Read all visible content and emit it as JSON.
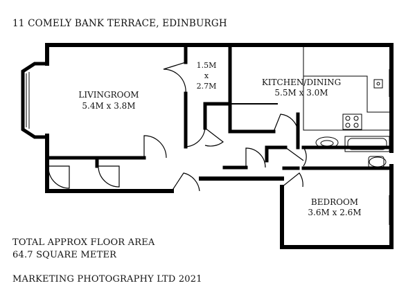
{
  "header": {
    "address": "11 COMELY BANK TERRACE, EDINBURGH"
  },
  "rooms": {
    "livingroom": {
      "name": "LIVINGROOM",
      "dims": "5.4M x 3.8M"
    },
    "store": {
      "w": "1.5M",
      "x": "x",
      "h": "2.7M"
    },
    "kitchen": {
      "name": "KITCHEN/DINING",
      "dims": "5.5M x 3.0M"
    },
    "bedroom": {
      "name": "BEDROOM",
      "dims": "3.6M x 2.6M"
    }
  },
  "footer": {
    "area_line1": "TOTAL APPROX FLOOR AREA",
    "area_line2": "64.7 SQUARE METER",
    "credit": "MARKETING PHOTOGRAPHY LTD 2021"
  }
}
